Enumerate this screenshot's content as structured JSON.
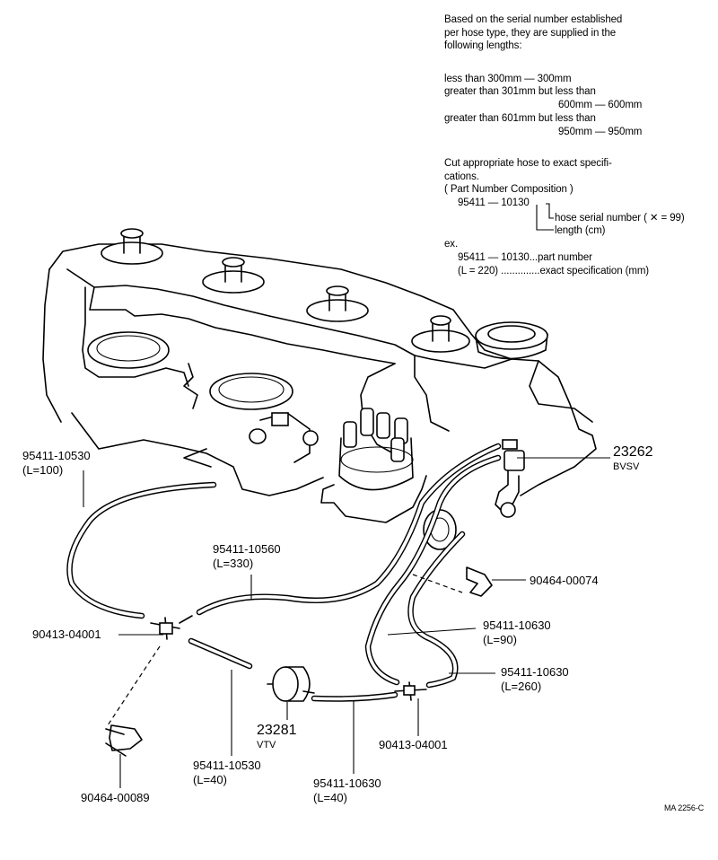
{
  "notes": {
    "intro": [
      "Based on the serial number established",
      "per hose type, they are supplied in the",
      "following lengths:"
    ],
    "len1": "less than 300mm — 300mm",
    "len2a": "greater than 301mm but less than",
    "len2b": "600mm — 600mm",
    "len3a": "greater than 601mm but less than",
    "len3b": "950mm — 950mm",
    "cut": [
      "Cut appropriate hose to exact specifi-",
      "cations."
    ],
    "composition_title": "( Part Number Composition )",
    "composition_number": "95411 — 10130",
    "serial_label": "hose serial number  ( ✕ = 99)",
    "length_label": "length (cm)",
    "ex": "ex.",
    "ex_part": "95411 — 10130...part number",
    "ex_spec": "(L = 220) ..............exact specification (mm)"
  },
  "callouts": {
    "c1": {
      "part": "95411-10530",
      "spec": "(L=100)"
    },
    "c2": {
      "part": "23262",
      "spec": "BVSV"
    },
    "c3": {
      "part": "95411-10560",
      "spec": "(L=330)"
    },
    "c4": {
      "part": "90464-00074"
    },
    "c5": {
      "part": "90413-04001"
    },
    "c6": {
      "part": "95411-10630",
      "spec": "(L=90)"
    },
    "c7": {
      "part": "95411-10630",
      "spec": "(L=260)"
    },
    "c8": {
      "part": "23281",
      "spec": "VTV"
    },
    "c9": {
      "part": "90413-04001"
    },
    "c10": {
      "part": "95411-10530",
      "spec": "(L=40)"
    },
    "c11": {
      "part": "95411-10630",
      "spec": "(L=40)"
    },
    "c12": {
      "part": "90464-00089"
    }
  },
  "figure_code": "MA 2256-C"
}
